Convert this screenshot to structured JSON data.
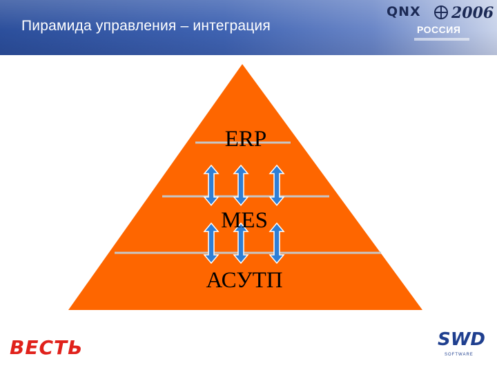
{
  "header": {
    "title": "Пирамида управления – интеграция"
  },
  "event_logo": {
    "brand": "QNX",
    "year": "2006",
    "country": "РОССИЯ"
  },
  "pyramid": {
    "fill_color": "#fe6600",
    "line_color": "#c7c7c7",
    "arrow_color": "#2f7fd6",
    "tiers": [
      {
        "label": "ERP"
      },
      {
        "label": "MES"
      },
      {
        "label": "АСУТП"
      }
    ]
  },
  "logos": {
    "left": "ВЕСТЬ",
    "right": "SWD",
    "right_sub": "SOFTWARE"
  }
}
